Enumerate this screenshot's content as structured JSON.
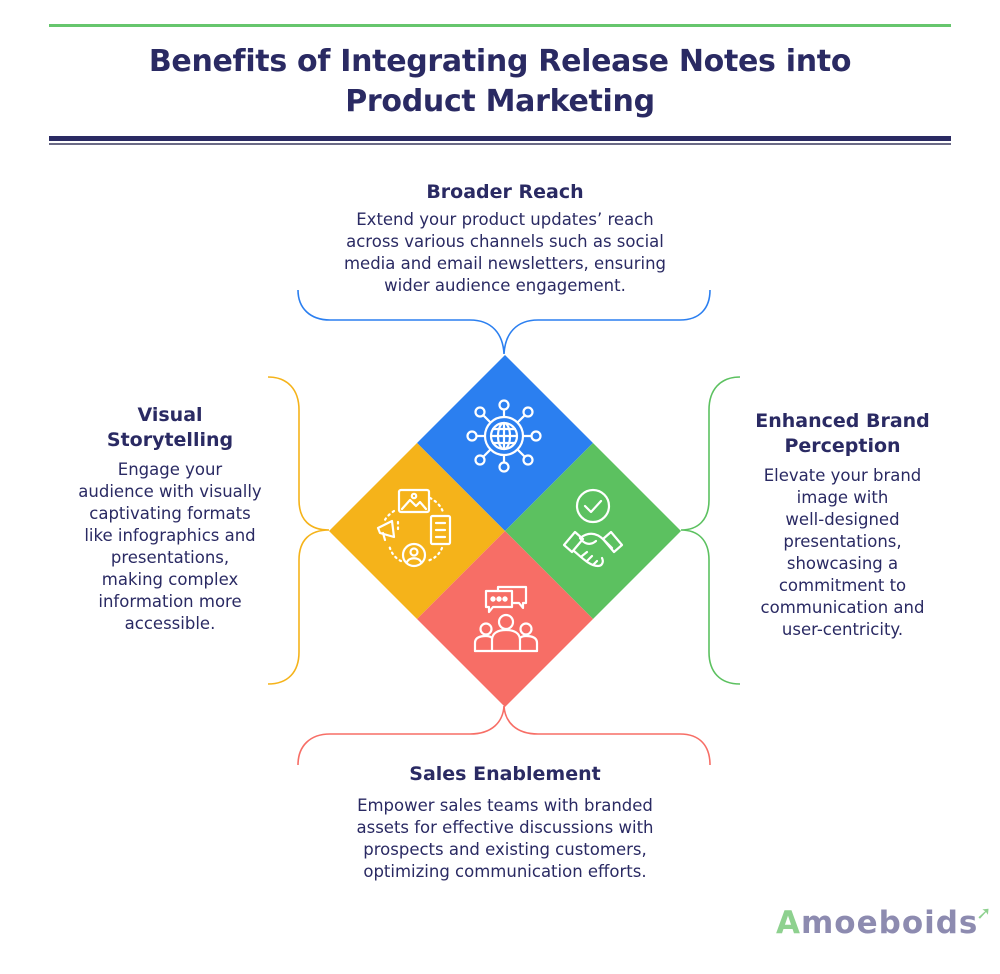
{
  "title": {
    "line1": "Benefits of Integrating Release Notes into",
    "line2": "Product Marketing"
  },
  "colors": {
    "title": "#2a2a63",
    "top_rule": "#66c66d",
    "broader_reach": "#2b7ff0",
    "visual_storytelling": "#f5b31a",
    "enhanced_brand": "#5cc160",
    "sales_enablement": "#f76e66"
  },
  "benefits": {
    "broader_reach": {
      "heading": "Broader Reach",
      "body_lines": [
        "Extend your product updates’ reach",
        "across various channels such as social",
        "media and email newsletters, ensuring",
        "wider audience engagement."
      ],
      "icon": "globe-network-icon"
    },
    "visual_storytelling": {
      "heading_lines": [
        "Visual",
        "Storytelling"
      ],
      "body_lines": [
        "Engage your",
        "audience with visually",
        "captivating formats",
        "like infographics and",
        "presentations,",
        "making complex",
        "information more",
        "accessible."
      ],
      "icon": "content-cycle-icon"
    },
    "enhanced_brand": {
      "heading_lines": [
        "Enhanced Brand",
        "Perception"
      ],
      "body_lines": [
        "Elevate your brand",
        "image with",
        "well-designed",
        "presentations,",
        "showcasing a",
        "commitment to",
        "communication and",
        "user-centricity."
      ],
      "icon": "handshake-check-icon"
    },
    "sales_enablement": {
      "heading": "Sales Enablement",
      "body_lines": [
        "Empower sales teams with branded",
        "assets for effective discussions with",
        "prospects and existing customers,",
        "optimizing communication efforts."
      ],
      "icon": "team-chat-icon"
    }
  },
  "logo": {
    "first_letter": "A",
    "rest": "moeboids",
    "full": "Amoeboids"
  }
}
